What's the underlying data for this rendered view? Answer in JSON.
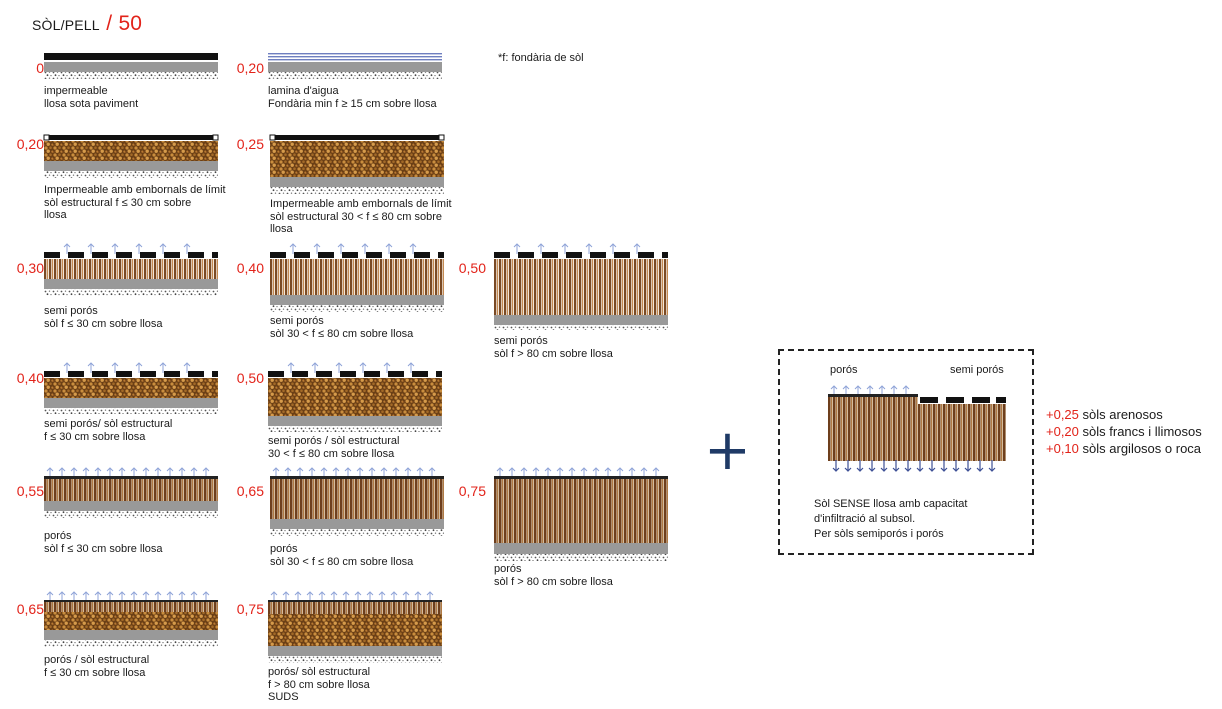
{
  "header": {
    "title": "SÒL/PELL",
    "separator": "/",
    "score": "50"
  },
  "note": "*f: fondària de sòl",
  "types": [
    {
      "id": "c1",
      "coef": "0",
      "caption": [
        "impermeable",
        "llosa sota paviment"
      ],
      "kind": "impermeable"
    },
    {
      "id": "c2",
      "coef": "0,20",
      "caption": [
        "lamina d'aigua",
        "Fondària min f ≥ 15 cm sobre llosa"
      ],
      "kind": "water"
    },
    {
      "id": "c3",
      "coef": "0,20",
      "caption": [
        "Impermeable amb embornals de límit",
        "sòl  estructural f ≤ 30 cm sobre",
        "llosa"
      ],
      "kind": "drain"
    },
    {
      "id": "c4",
      "coef": "0,25",
      "caption": [
        "Impermeable amb embornals de límit",
        "sòl estructural 30 < f ≤ 80 cm sobre",
        "llosa"
      ],
      "kind": "drain"
    },
    {
      "id": "c5",
      "coef": "0,30",
      "caption": [
        "semi porós",
        "sòl f ≤ 30 cm sobre llosa"
      ],
      "kind": "semi"
    },
    {
      "id": "c6",
      "coef": "0,40",
      "caption": [
        "semi porós",
        "sòl 30 < f ≤ 80 cm sobre llosa"
      ],
      "kind": "semi"
    },
    {
      "id": "c7",
      "coef": "0,50",
      "caption": [
        "semi porós",
        "sòl f > 80 cm sobre llosa"
      ],
      "kind": "semi"
    },
    {
      "id": "c8",
      "coef": "0,40",
      "caption": [
        "semi porós/ sòl  estructural",
        "f ≤ 30 cm sobre llosa"
      ],
      "kind": "semi_struct"
    },
    {
      "id": "c9",
      "coef": "0,50",
      "caption": [
        "semi porós / sòl estructural",
        "30 < f ≤ 80 cm sobre llosa"
      ],
      "kind": "semi_struct"
    },
    {
      "id": "c10",
      "coef": "0,55",
      "caption": [
        "porós",
        "sòl f ≤ 30 cm sobre llosa"
      ],
      "kind": "porous"
    },
    {
      "id": "c11",
      "coef": "0,65",
      "caption": [
        "porós",
        "sòl 30 < f ≤ 80 cm sobre llosa"
      ],
      "kind": "porous"
    },
    {
      "id": "c12",
      "coef": "0,75",
      "caption": [
        "porós",
        "sòl f > 80 cm sobre llosa"
      ],
      "kind": "porous"
    },
    {
      "id": "c13",
      "coef": "0,65",
      "caption": [
        "porós / sòl estructural",
        "f ≤ 30 cm sobre llosa"
      ],
      "kind": "porous_struct"
    },
    {
      "id": "c14",
      "coef": "0,75",
      "caption": [
        "porós/ sòl  estructural",
        "f > 80 cm sobre llosa",
        "SUDS"
      ],
      "kind": "porous_struct"
    }
  ],
  "plus_sign": "+",
  "box": {
    "label_porous": "porós",
    "label_semi": "semi porós",
    "caption": [
      "Sòl SENSE llosa amb capacitat",
      "d'infiltració al subsol.",
      "Per sòls semiporós i porós"
    ]
  },
  "additions": [
    {
      "value": "+0,25",
      "text": "sòls arenosos"
    },
    {
      "value": "+0,20",
      "text": "sòls francs i llimosos"
    },
    {
      "value": "+0,10",
      "text": "sòls argilosos o roca"
    }
  ]
}
